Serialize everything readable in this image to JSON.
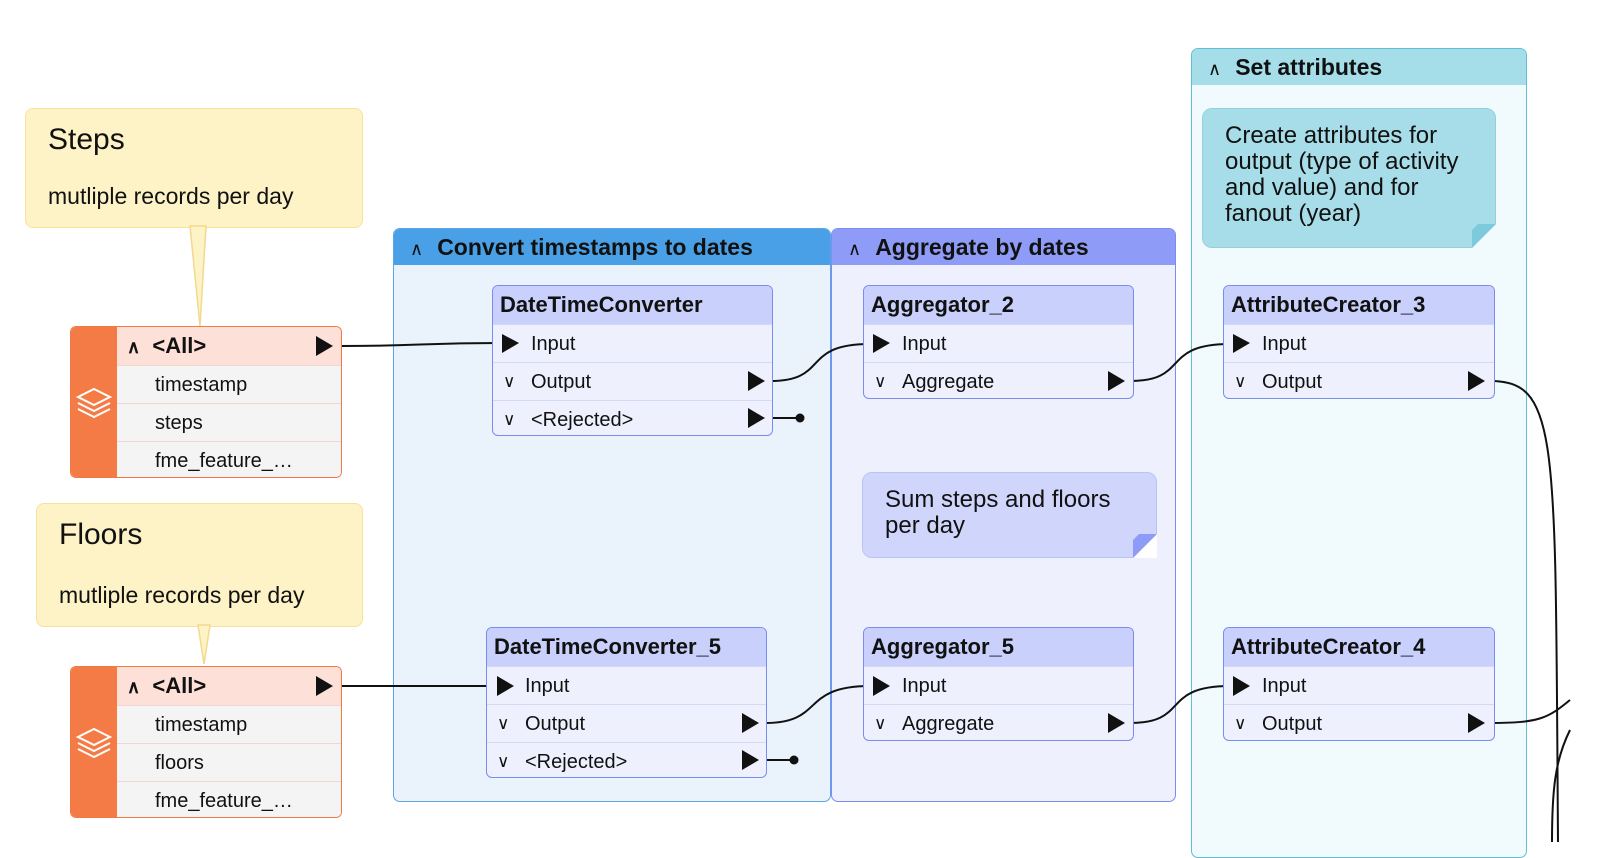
{
  "annotations": {
    "steps_title": "Steps",
    "steps_sub": "mutliple records per day",
    "floors_title": "Floors",
    "floors_sub": "mutliple records per day",
    "sum_note": "Sum steps and floors per day",
    "create_note": "Create attributes for output (type of activity and value) and for fanout (year)"
  },
  "bookmarks": {
    "convert": "Convert timestamps to dates",
    "aggregate": "Aggregate by dates",
    "set_attributes": "Set attributes"
  },
  "readers": {
    "steps": {
      "header": "<All>",
      "attributes": [
        "timestamp",
        "steps",
        "fme_feature_…"
      ]
    },
    "floors": {
      "header": "<All>",
      "attributes": [
        "timestamp",
        "floors",
        "fme_feature_…"
      ]
    }
  },
  "transformers": {
    "dtc": {
      "name": "DateTimeConverter",
      "ports": [
        "Input",
        "Output",
        "<Rejected>"
      ]
    },
    "dtc5": {
      "name": "DateTimeConverter_5",
      "ports": [
        "Input",
        "Output",
        "<Rejected>"
      ]
    },
    "agg2": {
      "name": "Aggregator_2",
      "ports": [
        "Input",
        "Aggregate"
      ]
    },
    "agg5": {
      "name": "Aggregator_5",
      "ports": [
        "Input",
        "Aggregate"
      ]
    },
    "ac3": {
      "name": "AttributeCreator_3",
      "ports": [
        "Input",
        "Output"
      ]
    },
    "ac4": {
      "name": "AttributeCreator_4",
      "ports": [
        "Input",
        "Output"
      ]
    }
  },
  "icons": {
    "collapse": "chevron-up-icon",
    "expand": "chevron-down-icon",
    "reader": "layers-icon",
    "port": "triangle-right-icon"
  },
  "colors": {
    "reader_accent": "#f47b45",
    "bookmark_convert": "#4aa0e6",
    "bookmark_aggregate": "#8e9cf7",
    "bookmark_set": "#a5dde9",
    "annotation": "#fdf3c7"
  }
}
